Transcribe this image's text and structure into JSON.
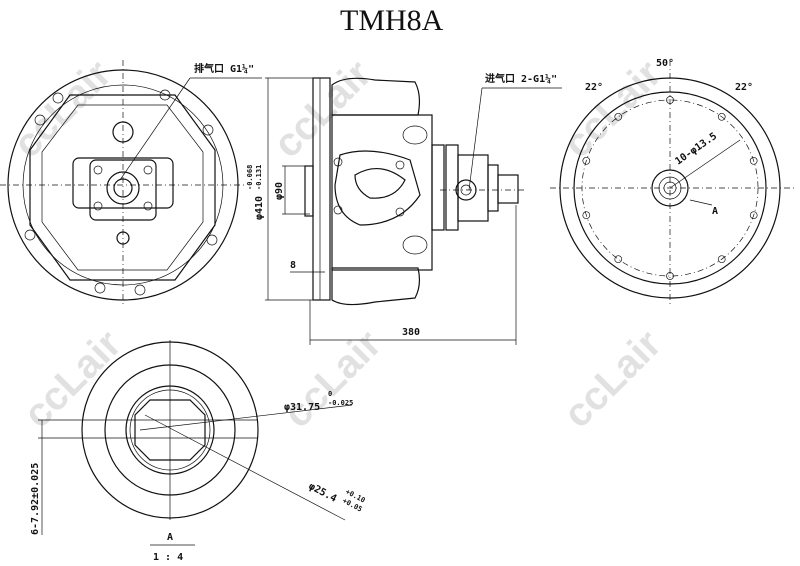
{
  "title": "TMH8A",
  "watermark": "ccLair",
  "front_view": {
    "exhaust_port_label": "排气口 G1¼\""
  },
  "side_view": {
    "inlet_port_label": "进气口 2-G1¼\"",
    "flange_diameter": "φ410",
    "flange_tol_upper": "-0.068",
    "flange_tol_lower": "-0.131",
    "pilot_diameter": "φ90",
    "flange_thickness": "8",
    "overall_length": "380"
  },
  "rear_view": {
    "angle_top": "50°",
    "angle_left": "22°",
    "angle_right": "22°",
    "bolt_holes": "10-φ13.5",
    "section_marker": "A"
  },
  "detail_view": {
    "spline_major": "φ31.75",
    "spline_major_tol_upper": "0",
    "spline_major_tol_lower": "-0.025",
    "spline_minor": "φ25.4",
    "spline_minor_tol_upper": "+0.10",
    "spline_minor_tol_lower": "+0.05",
    "spline_width": "6-7.92±0.025",
    "detail_label": "A",
    "scale": "1 : 4"
  }
}
